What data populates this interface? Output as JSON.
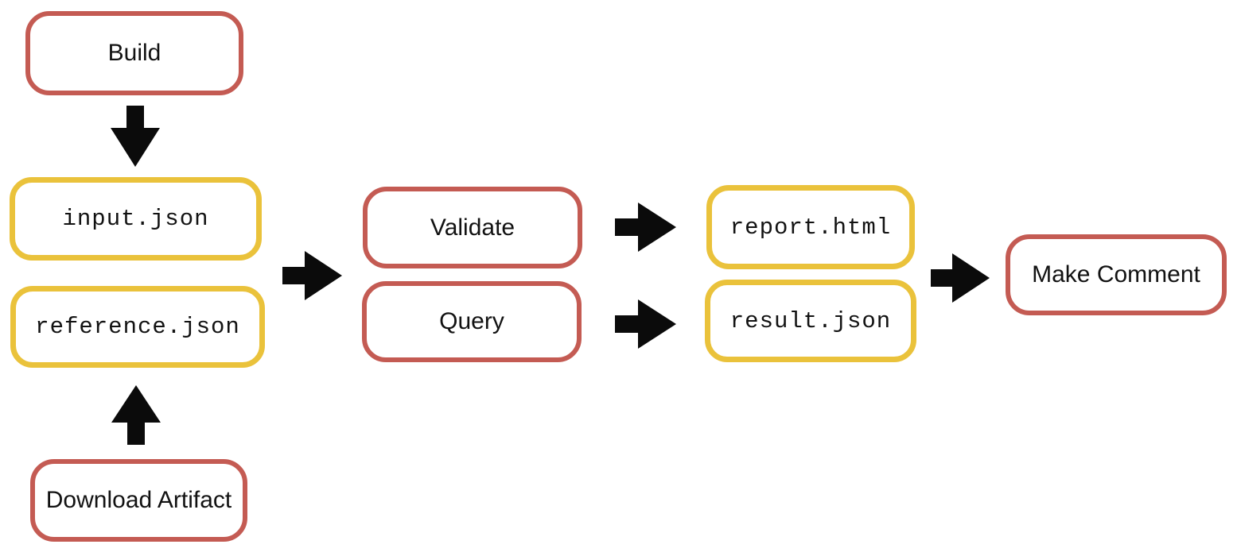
{
  "colors": {
    "action_border": "#C45B53",
    "file_border": "#EAC23B",
    "arrow": "#0b0b0b",
    "text": "#121212",
    "background": "#ffffff"
  },
  "nodes": {
    "build": {
      "label": "Build",
      "kind": "action"
    },
    "input_json": {
      "label": "input.json",
      "kind": "file"
    },
    "reference_json": {
      "label": "reference.json",
      "kind": "file"
    },
    "download_artifact": {
      "label": "Download Artifact",
      "kind": "action"
    },
    "validate": {
      "label": "Validate",
      "kind": "action"
    },
    "query": {
      "label": "Query",
      "kind": "action"
    },
    "report_html": {
      "label": "report.html",
      "kind": "file"
    },
    "result_json": {
      "label": "result.json",
      "kind": "file"
    },
    "make_comment": {
      "label": "Make Comment",
      "kind": "action"
    }
  },
  "arrows": [
    {
      "name": "arrow-build-to-input",
      "direction": "down",
      "from": "build",
      "to": "input_json"
    },
    {
      "name": "arrow-download-to-ref",
      "direction": "up",
      "from": "download_artifact",
      "to": "reference_json"
    },
    {
      "name": "arrow-inputs-to-actions",
      "direction": "right",
      "from": "input_json / reference.json",
      "to": "validate / query"
    },
    {
      "name": "arrow-validate-to-report",
      "direction": "right",
      "from": "validate",
      "to": "report_html"
    },
    {
      "name": "arrow-query-to-result",
      "direction": "right",
      "from": "query",
      "to": "result_json"
    },
    {
      "name": "arrow-outputs-to-comment",
      "direction": "right",
      "from": "report_html / result_json",
      "to": "make_comment"
    }
  ]
}
